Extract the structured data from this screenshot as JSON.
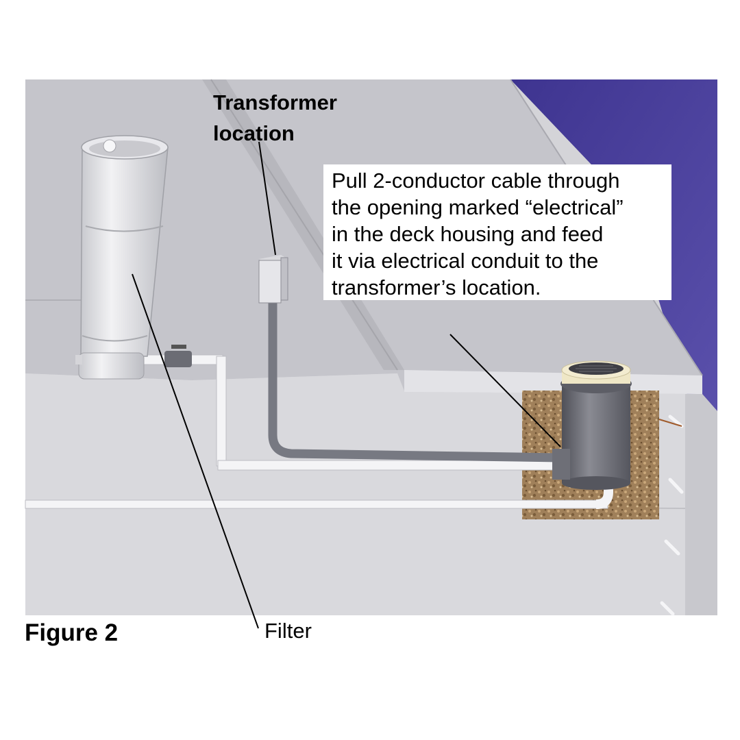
{
  "labels": {
    "transformer_location": "Transformer\nlocation",
    "callout": "Pull 2-conductor cable through\nthe opening marked “electrical”\nin the deck housing and feed\nit via electrical conduit to the\ntransformer’s location.",
    "figure_title": "Figure 2",
    "filter": "Filter"
  },
  "colors": {
    "deck": "#c4c4ca",
    "wall": "#d6d6da",
    "water": "#4a3f9a",
    "conduit": "#7d7f88",
    "pipe": "#f2f2f2",
    "gravel": "#9a7a55"
  }
}
